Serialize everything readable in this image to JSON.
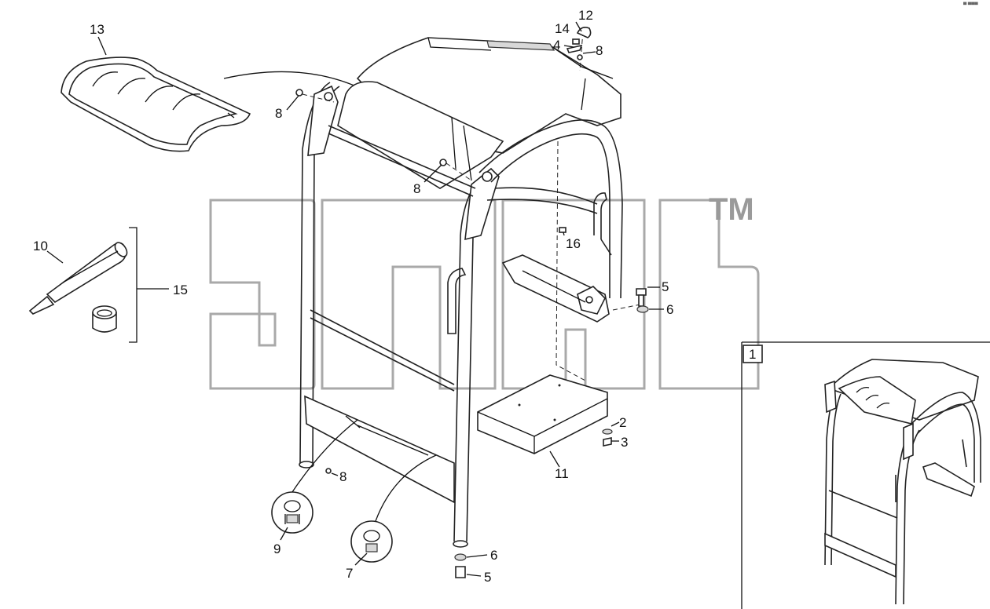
{
  "corner_mark": "▀ ▀▀▀",
  "watermark": {
    "trademark": "TM"
  },
  "callouts": {
    "c13": "13",
    "c12": "12",
    "c14": "14",
    "c4": "4",
    "c8_top_right": "8",
    "c8_top_left": "8",
    "c8_mid": "8",
    "c10": "10",
    "c15": "15",
    "c16": "16",
    "c5_upper": "5",
    "c6_upper": "6",
    "c2": "2",
    "c3": "3",
    "c11": "11",
    "c8_low": "8",
    "c9": "9",
    "c7": "7",
    "c6_lower": "6",
    "c5_lower": "5"
  },
  "detail_view": {
    "label": "1"
  }
}
